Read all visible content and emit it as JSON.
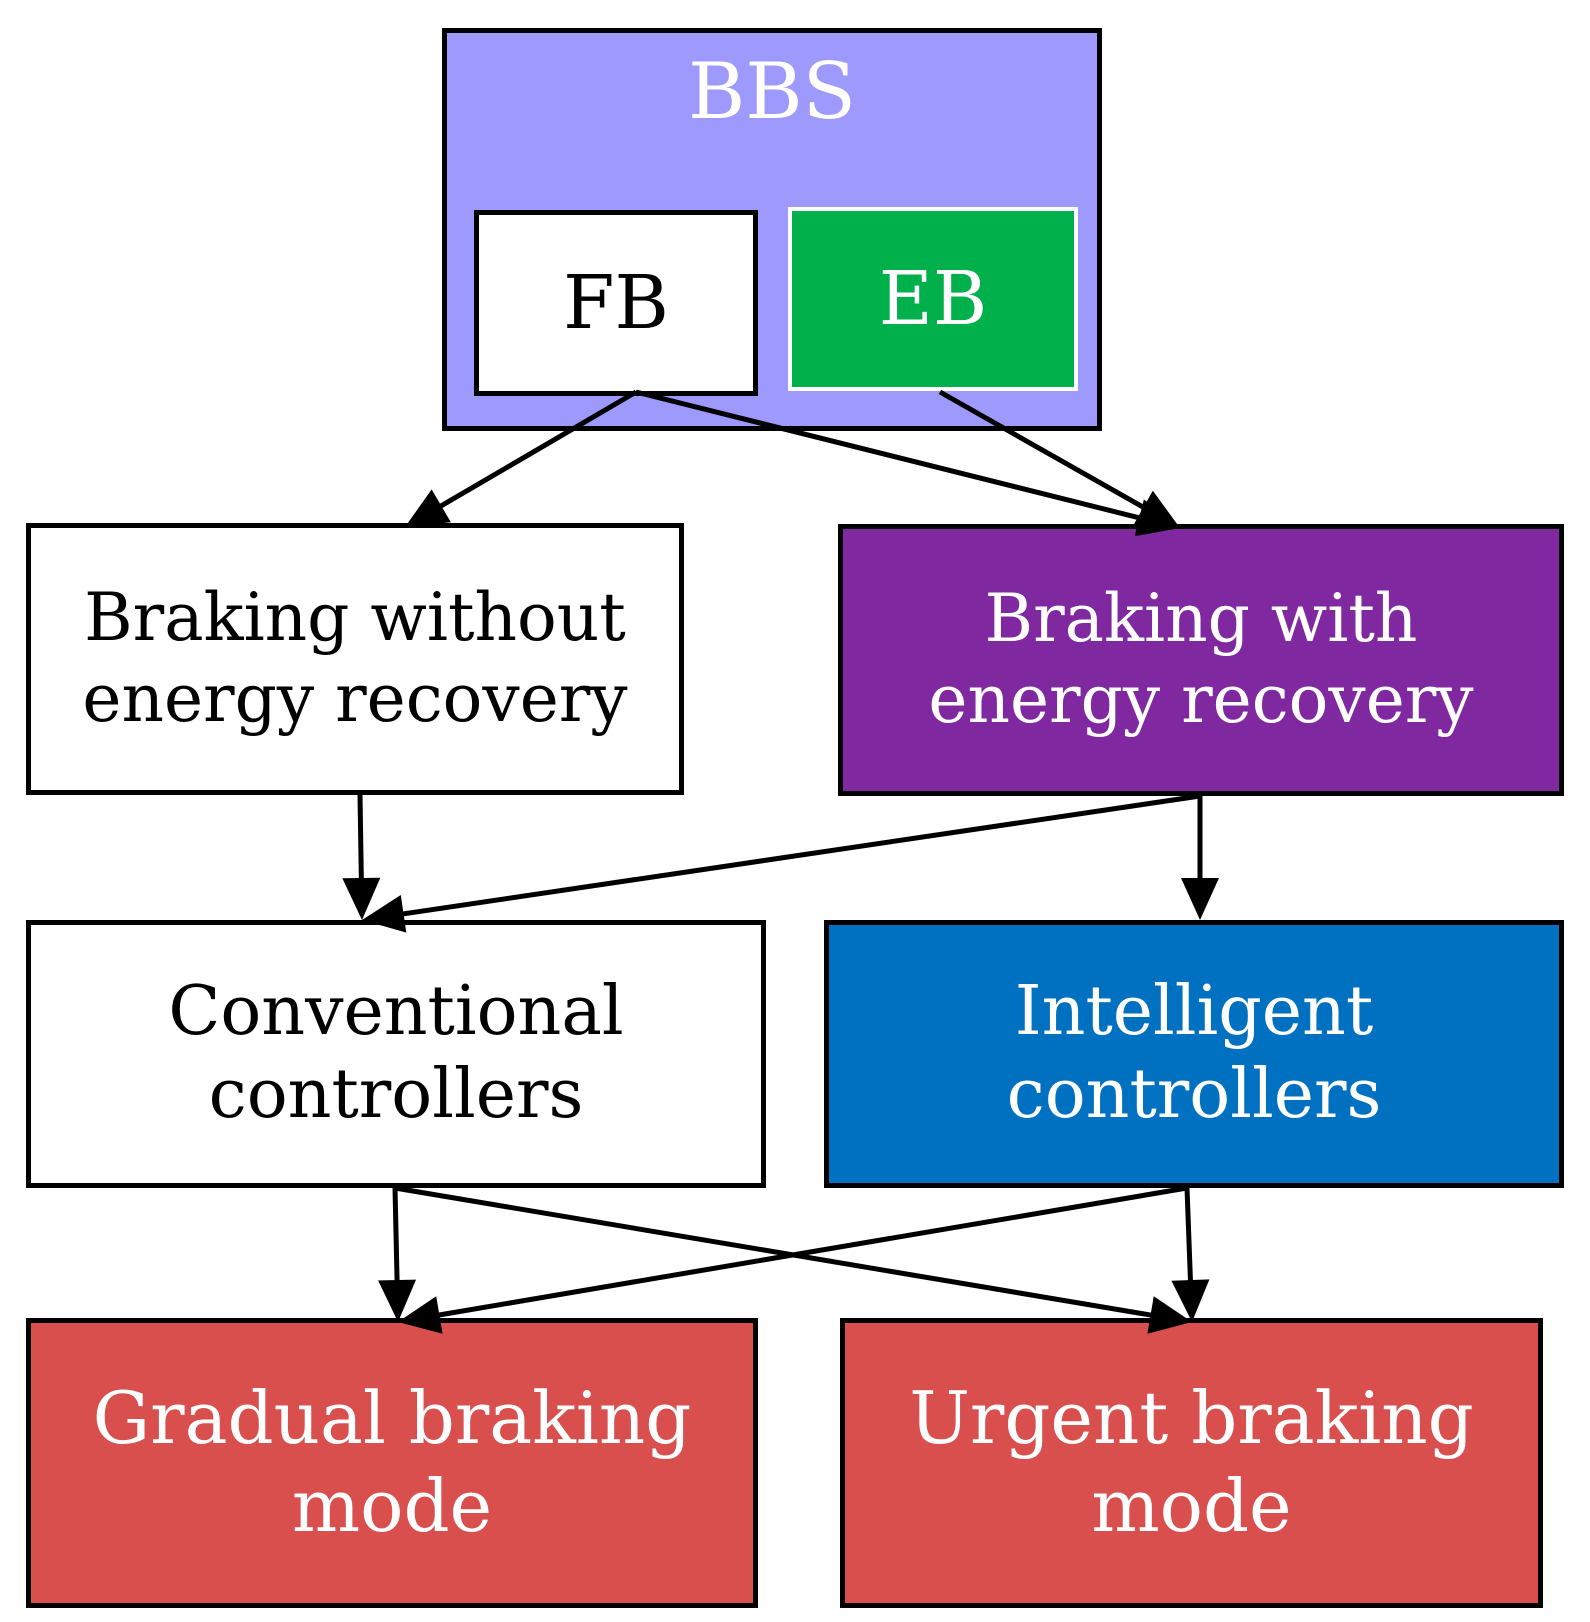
{
  "colors": {
    "bbs": "#9d99fd",
    "eb": "#00b04b",
    "with_recovery": "#8028a0",
    "intelligent": "#0070c0",
    "braking_modes": "#d94f4e",
    "white": "#ffffff",
    "line": "#000000"
  },
  "nodes": {
    "bbs": "BBS",
    "fb": "FB",
    "eb": "EB",
    "without_recovery": "Braking without\nenergy recovery",
    "with_recovery": "Braking with\nenergy recovery",
    "conventional": "Conventional\ncontrollers",
    "intelligent": "Intelligent\ncontrollers",
    "gradual": "Gradual braking\nmode",
    "urgent": "Urgent braking\nmode"
  },
  "edges": [
    {
      "from": "fb",
      "to": "without_recovery"
    },
    {
      "from": "fb",
      "to": "with_recovery"
    },
    {
      "from": "eb",
      "to": "with_recovery"
    },
    {
      "from": "without_recovery",
      "to": "conventional"
    },
    {
      "from": "with_recovery",
      "to": "conventional"
    },
    {
      "from": "with_recovery",
      "to": "intelligent"
    },
    {
      "from": "conventional",
      "to": "gradual"
    },
    {
      "from": "conventional",
      "to": "urgent"
    },
    {
      "from": "intelligent",
      "to": "gradual"
    },
    {
      "from": "intelligent",
      "to": "urgent"
    }
  ]
}
